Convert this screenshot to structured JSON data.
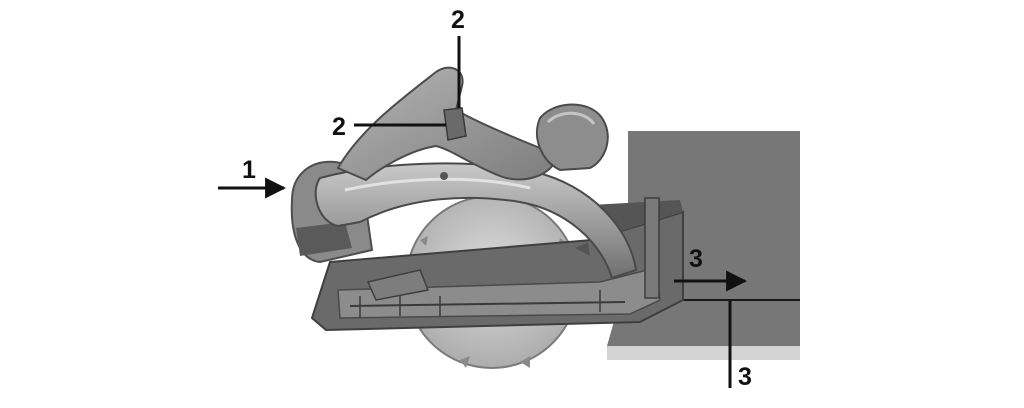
{
  "callouts": {
    "front_handle": "1",
    "top_trigger_upper": "2",
    "top_trigger_left": "2",
    "cut_direction": "3",
    "cut_line": "3"
  },
  "colors": {
    "workpiece": "#777777",
    "workpiece_edge": "#d4d4d4",
    "saw_body": "#8f8f8f",
    "saw_light": "#b9b9b9",
    "saw_dark": "#5a5a5a",
    "blade": "#c8c8c8",
    "leader_lines": "#111111"
  }
}
